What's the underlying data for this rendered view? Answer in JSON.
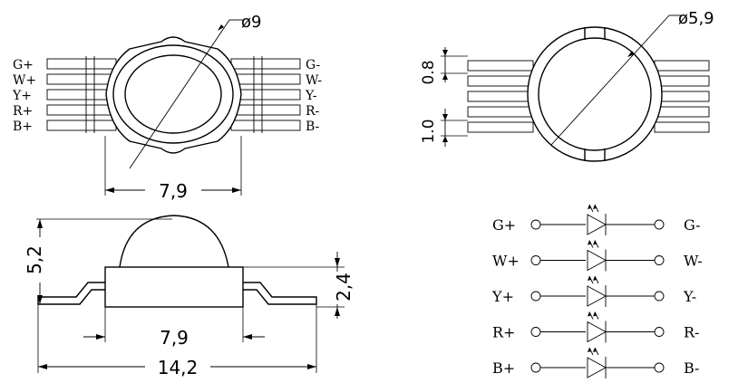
{
  "top_left_view": {
    "pins_left": [
      "G+",
      "W+",
      "Y+",
      "R+",
      "B+"
    ],
    "pins_right": [
      "G-",
      "W-",
      "Y-",
      "R-",
      "B-"
    ],
    "diameter_label": "ø9",
    "width_label": "7,9"
  },
  "top_right_view": {
    "diameter_label": "ø5,9",
    "pin_width_label": "0.8",
    "pin_pitch_label": "1.0"
  },
  "side_view": {
    "height_total_label": "5,2",
    "body_height_label": "2,4",
    "body_width_label": "7,9",
    "overall_width_label": "14,2"
  },
  "schematic": {
    "rows": [
      {
        "anode": "G+",
        "cathode": "G-"
      },
      {
        "anode": "W+",
        "cathode": "W-"
      },
      {
        "anode": "Y+",
        "cathode": "Y-"
      },
      {
        "anode": "R+",
        "cathode": "R-"
      },
      {
        "anode": "B+",
        "cathode": "B-"
      }
    ]
  }
}
